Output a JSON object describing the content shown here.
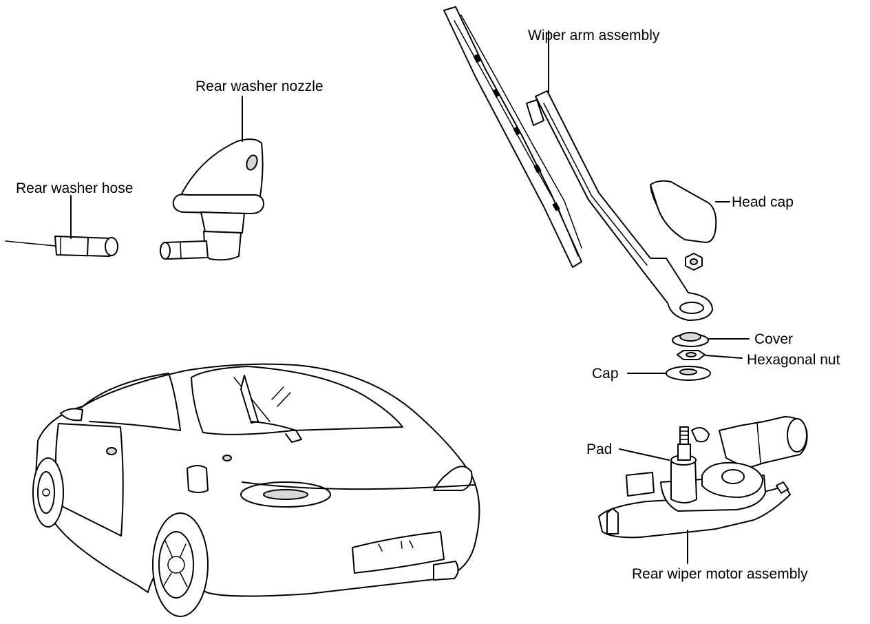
{
  "labels": {
    "wiper_arm_assembly": "Wiper arm assembly",
    "rear_washer_nozzle": "Rear washer nozzle",
    "rear_washer_hose": "Rear washer hose",
    "head_cap": "Head cap",
    "cover": "Cover",
    "hexagonal_nut": "Hexagonal nut",
    "cap": "Cap",
    "pad": "Pad",
    "rear_wiper_motor_assembly": "Rear wiper motor assembly"
  }
}
